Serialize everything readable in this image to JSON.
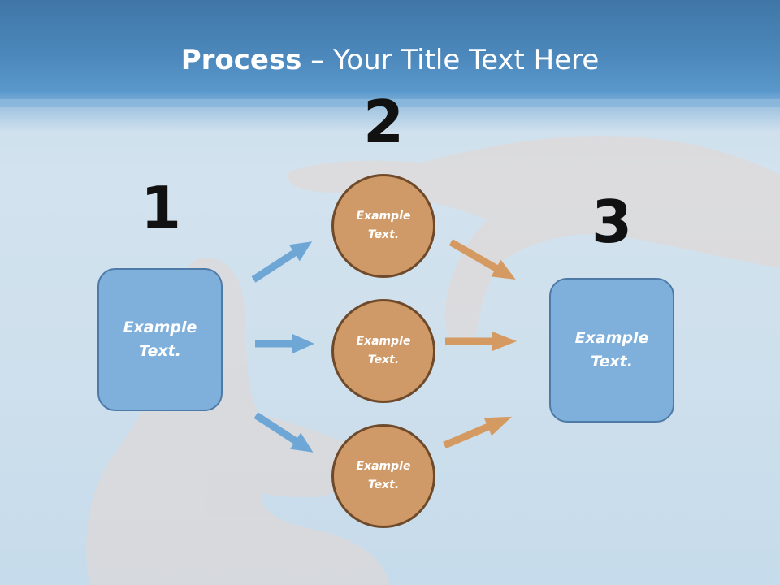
{
  "slide": {
    "title_bold": "Process",
    "title_rest": " – Your Title Text Here"
  },
  "steps": {
    "one": "1",
    "two": "2",
    "three": "3"
  },
  "left_box": {
    "text_line1": "Example",
    "text_line2": "Text."
  },
  "right_box": {
    "text_line1": "Example",
    "text_line2": "Text."
  },
  "circles": [
    {
      "text_line1": "Example",
      "text_line2": "Text."
    },
    {
      "text_line1": "Example",
      "text_line2": "Text."
    },
    {
      "text_line1": "Example",
      "text_line2": "Text."
    }
  ],
  "colors": {
    "box_fill": "#7fb0dc",
    "circle_fill": "#cf9a68",
    "blue_arrow": "#6ea7d6",
    "orange_arrow": "#d59a62"
  }
}
